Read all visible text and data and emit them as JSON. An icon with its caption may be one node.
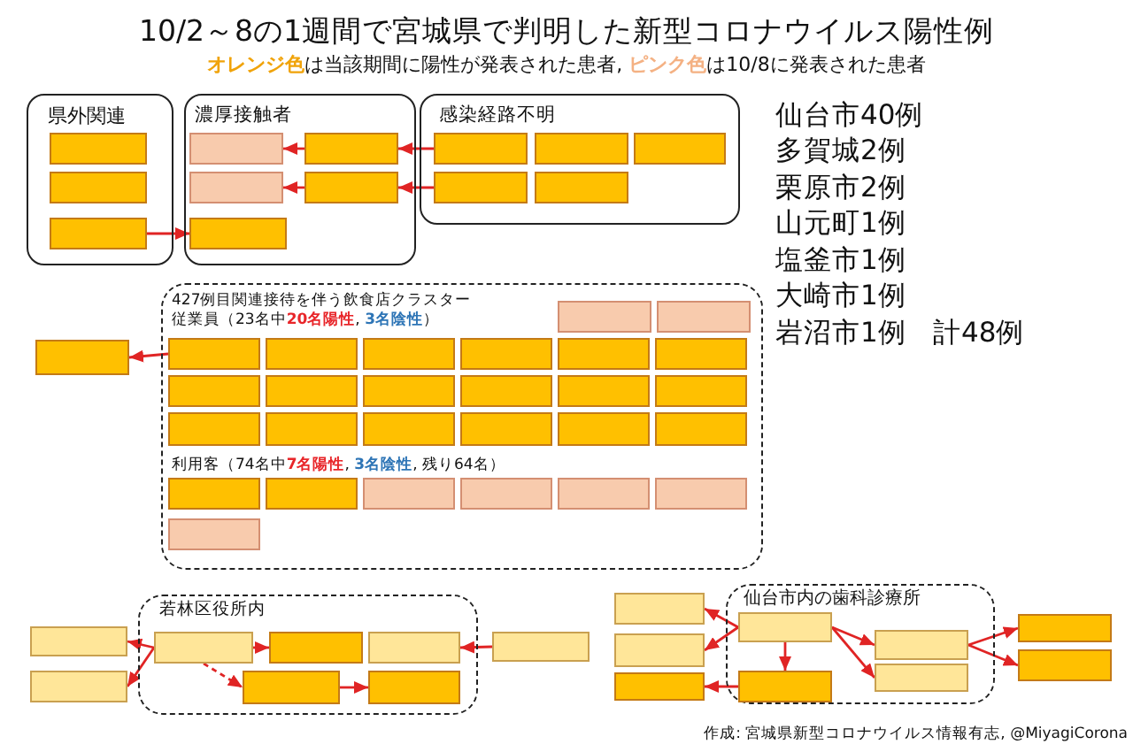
{
  "diagram": {
    "title": "10/2～8の1週間で宮城県で判明した新型コロナウイルス陽性例",
    "nodes": [
      {
        "text": [
          "県外関連"
        ]
      },
      {
        "text": [],
        "shape": "box",
        "in": 0
      },
      {
        "text": [],
        "shape": "box",
        "in": 0
      },
      {
        "text": [],
        "shape": "box",
        "in": 0
      },
      {
        "text": [
          "濃厚接触者"
        ]
      },
      {
        "text": [],
        "shape": "box",
        "in": 4
      },
      {
        "text": [],
        "shape": "box",
        "in": 4
      },
      {
        "text": [],
        "shape": "box",
        "in": 4
      },
      {
        "text": [],
        "shape": "box",
        "in": 4
      },
      {
        "text": [],
        "shape": "box",
        "in": 4
      },
      {
        "text": [
          "感染経路不明"
        ]
      },
      {
        "text": [],
        "shape": "box",
        "in": 10
      },
      {
        "text": [],
        "shape": "box",
        "in": 10
      },
      {
        "text": [],
        "shape": "box",
        "in": 10
      },
      {
        "text": [],
        "shape": "box",
        "in": 10
      },
      {
        "text": [],
        "shape": "box",
        "in": 10
      },
      {
        "text": [
          "427例目関連接待を伴う飲食店クラスター",
          "従業員（23名中**20名陽性**, **3名陰性**）",
          "利用客（74名中**7名陽性**, **3名陰性**, 残り64名）"
        ]
      },
      {
        "text": [],
        "shape": "box",
        "in": 16
      },
      {
        "text": [],
        "shape": "box",
        "in": 16
      },
      {
        "text": [],
        "shape": "box",
        "in": 16
      },
      {
        "text": [],
        "shape": "box",
        "in": 16
      },
      {
        "text": [],
        "shape": "box",
        "in": 16
      },
      {
        "text": [],
        "shape": "box",
        "in": 16
      },
      {
        "text": [],
        "shape": "box",
        "in": 16
      },
      {
        "text": [],
        "shape": "box",
        "in": 16
      },
      {
        "text": [],
        "shape": "box",
        "in": 16
      },
      {
        "text": [],
        "shape": "box",
        "in": 16
      },
      {
        "text": [],
        "shape": "box",
        "in": 16
      },
      {
        "text": [],
        "shape": "box",
        "in": 16
      },
      {
        "text": [],
        "shape": "box",
        "in": 16
      },
      {
        "text": [],
        "shape": "box",
        "in": 16
      },
      {
        "text": [],
        "shape": "box",
        "in": 16
      },
      {
        "text": [],
        "shape": "box",
        "in": 16
      },
      {
        "text": [],
        "shape": "box",
        "in": 16
      },
      {
        "text": [],
        "shape": "box",
        "in": 16
      },
      {
        "text": [],
        "shape": "box",
        "in": 16
      },
      {
        "text": [],
        "shape": "box",
        "in": 16
      },
      {
        "text": [],
        "shape": "box",
        "in": 16
      },
      {
        "text": [],
        "shape": "box",
        "in": 16
      },
      {
        "text": [],
        "shape": "box",
        "in": 16
      },
      {
        "text": [],
        "shape": "box",
        "in": 16
      },
      {
        "text": [],
        "shape": "box",
        "in": 16
      },
      {
        "text": [],
        "shape": "box",
        "in": 16
      },
      {
        "text": [],
        "shape": "box",
        "in": 16
      },
      {
        "text": [],
        "shape": "box"
      },
      {
        "text": [],
        "shape": "box"
      },
      {
        "text": [],
        "shape": "box"
      },
      {
        "text": [
          "若林区役所内"
        ]
      },
      {
        "text": [],
        "shape": "box",
        "in": 47
      },
      {
        "text": [],
        "shape": "box",
        "in": 47
      },
      {
        "text": [],
        "shape": "box",
        "in": 47
      },
      {
        "text": [],
        "shape": "box",
        "in": 47
      },
      {
        "text": [],
        "shape": "box",
        "in": 47
      },
      {
        "text": [],
        "shape": "box"
      },
      {
        "text": [],
        "shape": "box"
      },
      {
        "text": [],
        "shape": "box"
      },
      {
        "text": [],
        "shape": "box"
      },
      {
        "text": [
          "仙台市内の歯科診療所"
        ]
      },
      {
        "text": [],
        "shape": "box",
        "in": 57
      },
      {
        "text": [],
        "shape": "box",
        "in": 57
      },
      {
        "text": [],
        "shape": "box",
        "in": 57
      },
      {
        "text": [],
        "shape": "box",
        "in": 57
      },
      {
        "text": [],
        "shape": "box"
      },
      {
        "text": [],
        "shape": "box"
      }
    ],
    "edges": [
      {
        "from": 11,
        "to": 6,
        "arrow": "to"
      },
      {
        "from": 6,
        "to": 5,
        "arrow": "to"
      },
      {
        "from": 14,
        "to": 8,
        "arrow": "to"
      },
      {
        "from": 8,
        "to": 7,
        "arrow": "to"
      },
      {
        "from": 3,
        "to": 9,
        "arrow": "to"
      },
      {
        "from": 19,
        "to": 44,
        "arrow": "to"
      },
      {
        "from": 48,
        "to": 45,
        "arrow": "to"
      },
      {
        "from": 48,
        "to": 46,
        "arrow": "to"
      },
      {
        "from": 48,
        "to": 49,
        "arrow": "to"
      },
      {
        "from": 48,
        "to": 51,
        "arrow": "to",
        "style": "dashed"
      },
      {
        "from": 51,
        "to": 52,
        "arrow": "to"
      },
      {
        "from": 53,
        "to": 50,
        "arrow": "to"
      },
      {
        "from": 58,
        "to": 54,
        "arrow": "to"
      },
      {
        "from": 58,
        "to": 55,
        "arrow": "to"
      },
      {
        "from": 58,
        "to": 59,
        "arrow": "to"
      },
      {
        "from": 58,
        "to": 60,
        "arrow": "to"
      },
      {
        "from": 58,
        "to": 61,
        "arrow": "to"
      },
      {
        "from": 61,
        "to": 56,
        "arrow": "to"
      },
      {
        "from": 59,
        "to": 62,
        "arrow": "to"
      },
      {
        "from": 59,
        "to": 63,
        "arrow": "to"
      }
    ],
    "labels": [
      "**オレンジ色**は当該期間に陽性が発表された患者, **ピンク色**は10/8に発表された患者",
      "仙台市40例",
      "多賀城2例",
      "栗原市2例",
      "山元町1例",
      "塩釜市1例",
      "大崎市1例",
      "岩沼市1例",
      "計48例",
      "作成: 宮城県新型コロナウイルス情報有志, @MiyagiCorona"
    ]
  }
}
